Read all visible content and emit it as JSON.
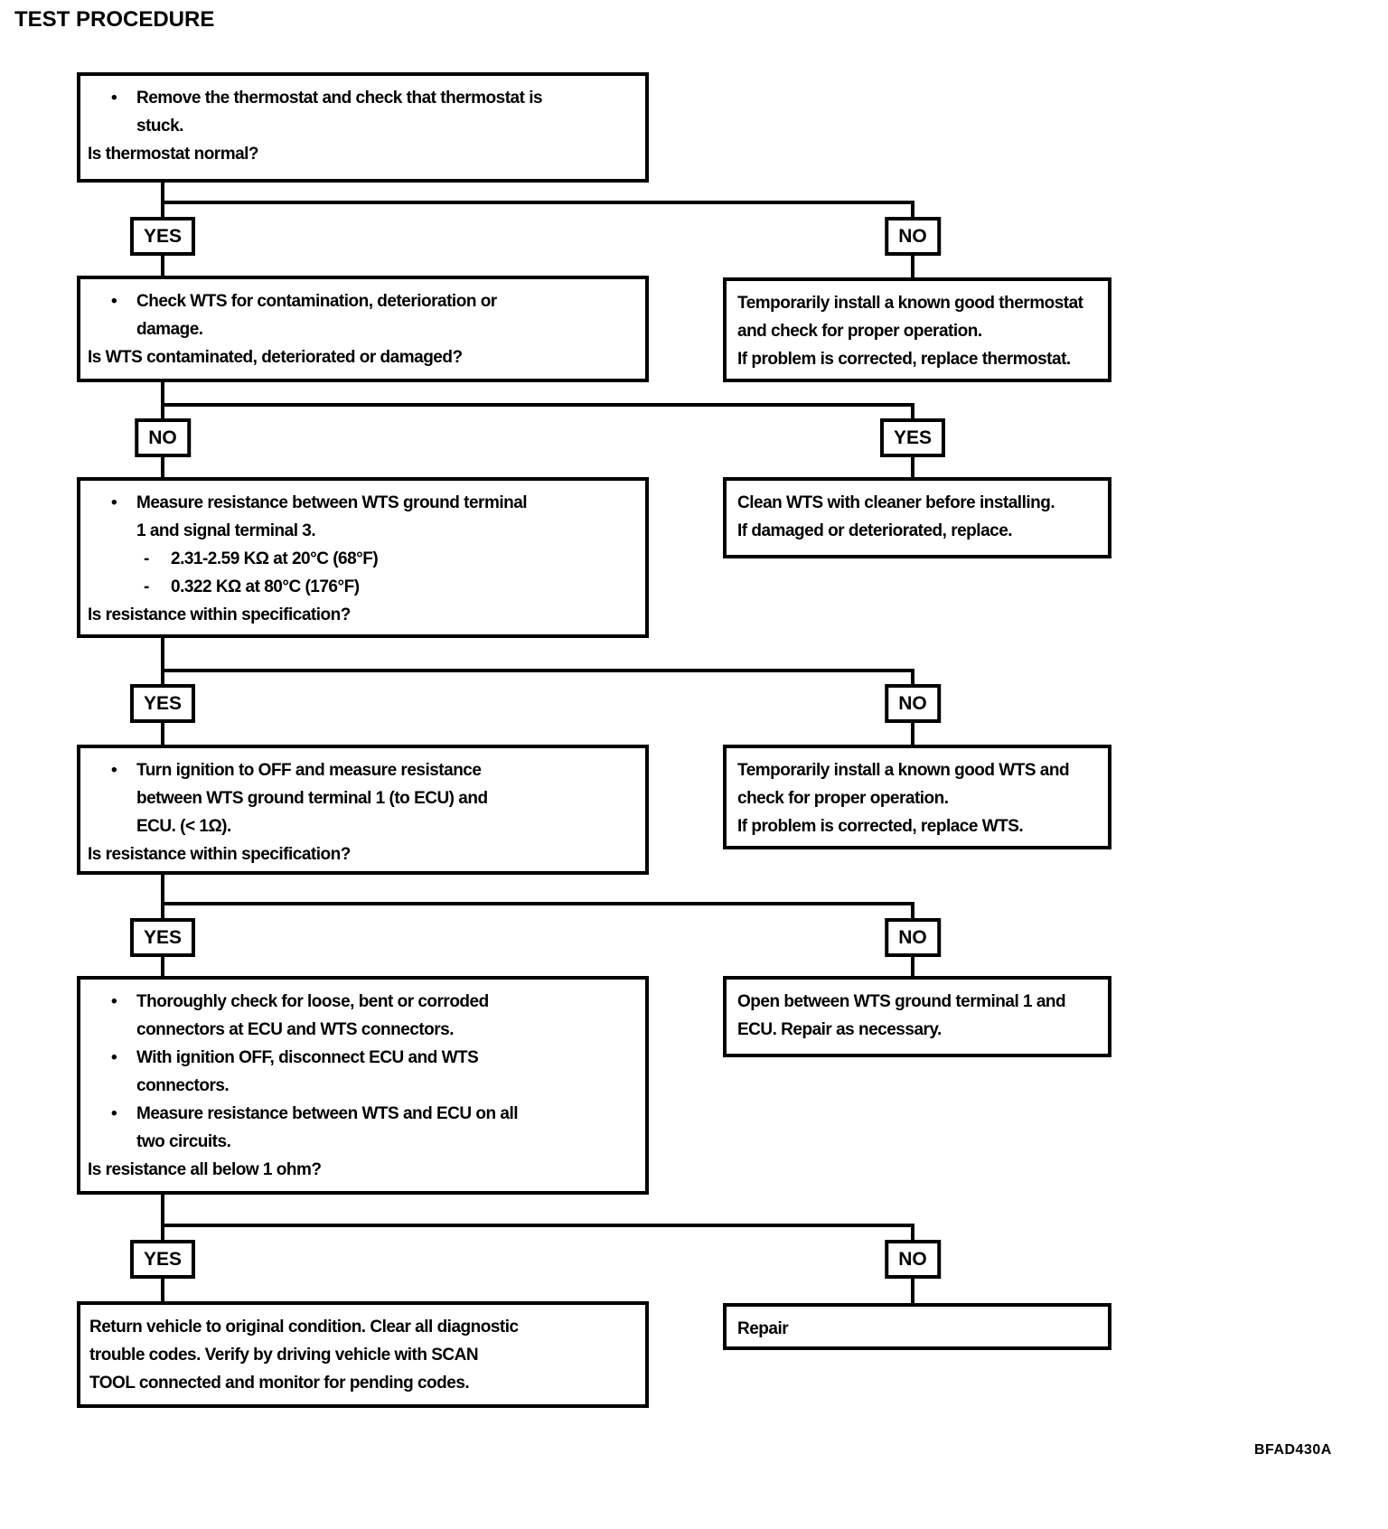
{
  "title": "TEST PROCEDURE",
  "figure_code": "BFAD430A",
  "markers": {
    "bullet": "•",
    "dash": "-"
  },
  "branches": [
    {
      "left": "YES",
      "right": "NO"
    },
    {
      "left": "NO",
      "right": "YES"
    },
    {
      "left": "YES",
      "right": "NO"
    },
    {
      "left": "YES",
      "right": "NO"
    },
    {
      "left": "YES",
      "right": "NO"
    }
  ],
  "steps": {
    "step1": {
      "bullet1": "Remove the thermostat and check that thermostat is\nstuck.",
      "question": "Is thermostat normal?"
    },
    "step2": {
      "bullet1": "Check WTS for contamination, deterioration or\ndamage.",
      "question": "Is WTS contaminated, deteriorated or damaged?"
    },
    "step3": {
      "bullet1": "Measure resistance between WTS ground terminal\n1 and signal terminal 3.",
      "spec1": "2.31-2.59 KΩ at 20°C (68°F)",
      "spec2": "0.322 KΩ at 80°C (176°F)",
      "question": "Is resistance within specification?"
    },
    "step4": {
      "bullet1": "Turn ignition to OFF and measure resistance\nbetween WTS ground terminal 1 (to ECU) and\nECU. (< 1Ω).",
      "question": "Is resistance within specification?"
    },
    "step5": {
      "bullet1": "Thoroughly check for loose, bent or corroded\nconnectors at ECU and WTS connectors.",
      "bullet2": "With ignition OFF, disconnect ECU and WTS\nconnectors.",
      "bullet3": "Measure resistance between WTS and ECU on all\ntwo circuits.",
      "question": "Is resistance all below 1 ohm?"
    },
    "final": "Return vehicle to original condition. Clear all diagnostic\ntrouble codes. Verify by driving vehicle with SCAN\nTOOL connected and monitor for pending codes."
  },
  "actions": {
    "replace_thermostat": "Temporarily install a known good thermostat\nand check for proper operation.\nIf problem is corrected, replace thermostat.",
    "clean_wts": "Clean WTS with cleaner before installing.\nIf damaged or deteriorated, replace.",
    "replace_wts": "Temporarily install a known good WTS and\ncheck for proper operation.\nIf problem is corrected, replace WTS.",
    "repair_open": "Open between WTS ground terminal 1 and\nECU. Repair as necessary.",
    "repair": "Repair"
  }
}
